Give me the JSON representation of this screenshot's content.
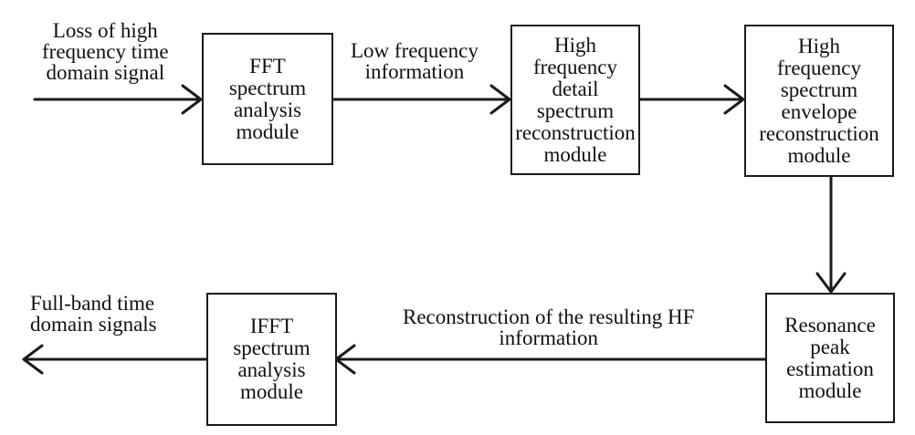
{
  "colors": {
    "stroke": "#1a1a1a",
    "text": "#111111",
    "background": "#ffffff"
  },
  "boxes": {
    "fft": "FFT\nspectrum\nanalysis\nmodule",
    "hf_detail": "High\nfrequency\ndetail spectrum\nreconstruction\nmodule",
    "hf_envelope": "High\nfrequency\nspectrum\nenvelope\nreconstruction\nmodule",
    "resonance": "Resonance\npeak\nestimation\nmodule",
    "ifft": "IFFT\nspectrum\nanalysis\nmodule"
  },
  "labels": {
    "input": "Loss of high\nfrequency time\ndomain signal",
    "low_freq": "Low frequency\ninformation",
    "reconstruction": "Reconstruction of the resulting HF\ninformation",
    "output": "Full-band time\ndomain signals"
  }
}
